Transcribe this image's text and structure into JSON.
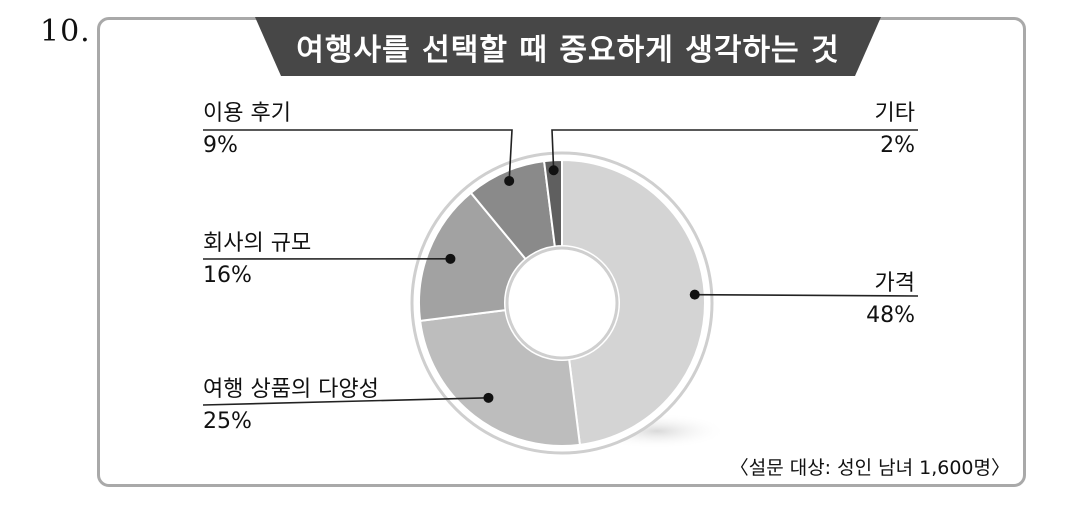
{
  "question_number": "10.",
  "chart_data": {
    "type": "pie",
    "variant": "donut",
    "title": "여행사를 선택할 때 중요하게 생각하는 것",
    "note": "〈설문 대상: 성인 남녀 1,600명〉",
    "slices": [
      {
        "label": "가격",
        "value": 48,
        "value_text": "48%",
        "color": "#d4d4d4"
      },
      {
        "label": "여행 상품의 다양성",
        "value": 25,
        "value_text": "25%",
        "color": "#bdbdbd"
      },
      {
        "label": "회사의 규모",
        "value": 16,
        "value_text": "16%",
        "color": "#a2a2a2"
      },
      {
        "label": "이용 후기",
        "value": 9,
        "value_text": "9%",
        "color": "#8a8a8a"
      },
      {
        "label": "기타",
        "value": 2,
        "value_text": "2%",
        "color": "#5f5f5f"
      }
    ]
  }
}
